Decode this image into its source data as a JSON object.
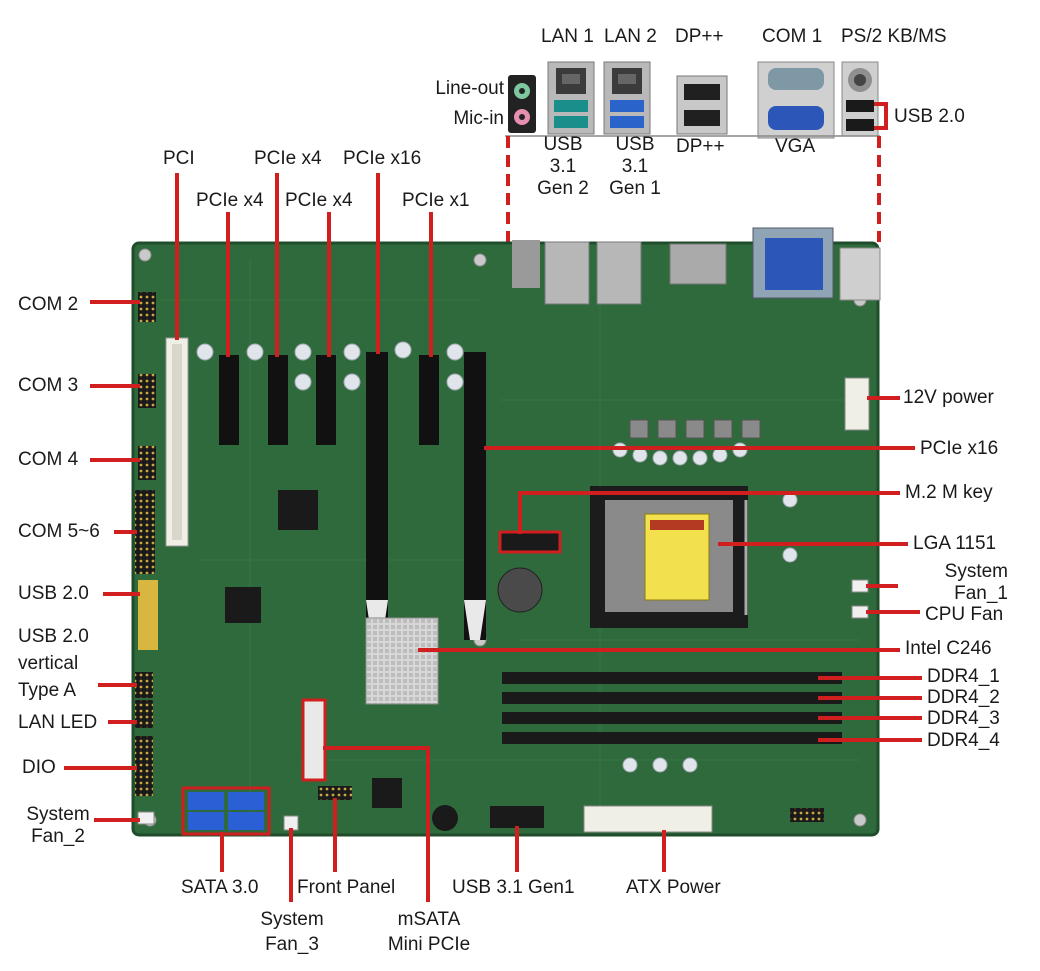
{
  "diagram": {
    "colors": {
      "board": "#2f6a3c",
      "board_dark": "#1f4d2b",
      "leader": "#d11f1f",
      "slot": "#111111",
      "sata": "#2a5fd6",
      "gold": "#d8b640",
      "heatsink": "#cfcfcf"
    },
    "labels": {
      "lan1": "LAN 1",
      "lan2": "LAN 2",
      "dp_top": "DP++",
      "com1": "COM 1",
      "ps2": "PS/2 KB/MS",
      "line_out": "Line-out",
      "mic_in": "Mic-in",
      "usb20_rear": "USB 2.0",
      "usb31g2": [
        "USB",
        "3.1",
        "Gen 2"
      ],
      "usb31g1": [
        "USB",
        "3.1",
        "Gen 1"
      ],
      "dp_bottom": "DP++",
      "vga": "VGA",
      "pci": "PCI",
      "pcie_x4_top": "PCIe x4",
      "pcie_x16_top": "PCIe x16",
      "pcie_x4_a": "PCIe x4",
      "pcie_x4_b": "PCIe x4",
      "pcie_x1": "PCIe x1",
      "com2": "COM 2",
      "com3": "COM 3",
      "com4": "COM 4",
      "com56": "COM 5~6",
      "usb20_left": "USB 2.0",
      "usb20_vertical": [
        "USB 2.0",
        "vertical",
        "Type A"
      ],
      "lan_led": "LAN LED",
      "dio": "DIO",
      "sys_fan2": [
        "System",
        "Fan_2"
      ],
      "power12v": "12V power",
      "pcie_x16_right": "PCIe x16",
      "m2": "M.2 M key",
      "lga": "LGA 1151",
      "sys_fan1": [
        "System",
        "Fan_1"
      ],
      "cpu_fan": "CPU Fan",
      "c246": "Intel C246",
      "ddr4_1": "DDR4_1",
      "ddr4_2": "DDR4_2",
      "ddr4_3": "DDR4_3",
      "ddr4_4": "DDR4_4",
      "sata": "SATA 3.0",
      "sys_fan3": [
        "System",
        "Fan_3"
      ],
      "front_panel": "Front Panel",
      "msata": [
        "mSATA",
        "Mini PCIe"
      ],
      "usb31_gen1": "USB 3.1 Gen1",
      "atx": "ATX Power"
    }
  }
}
